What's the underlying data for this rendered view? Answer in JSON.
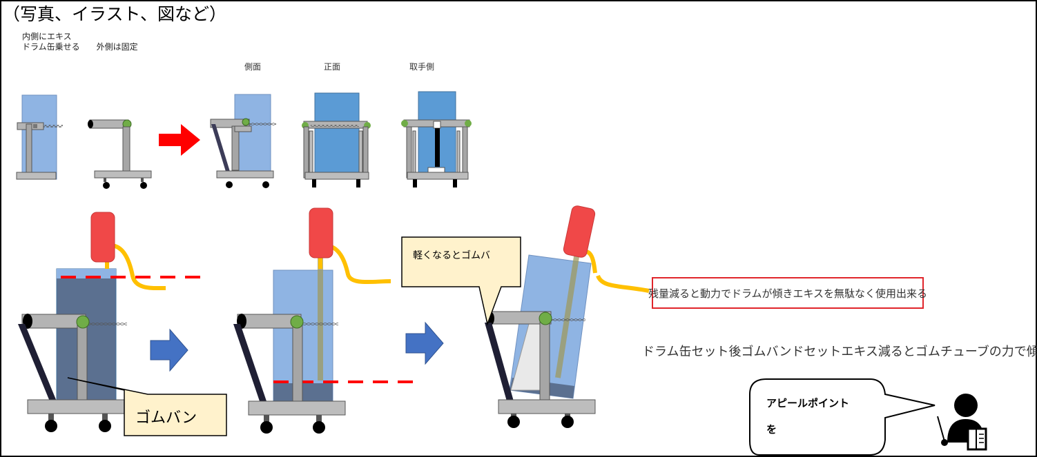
{
  "heading": "（写真、イラスト、図など）",
  "notes": {
    "line1": "内側にエキス",
    "line2": "ドラム缶乗せる　　外側は固定"
  },
  "view_labels": {
    "side": "側面",
    "front": "正面",
    "handle_side": "取手側"
  },
  "callouts": {
    "rubber_band": "ゴムバン",
    "lighter": "軽くなるとゴムバ",
    "appeal_line1": "アピールポイント",
    "appeal_line2": "を"
  },
  "boxed_note": "残量減ると動力でドラムが傾きエキスを無駄なく使用出来る",
  "description": "ドラム缶セット後ゴムバンドセットエキス減るとゴムチューブの力で傾く",
  "colors": {
    "drum_light": "#8fb4e3",
    "drum_dark": "#5b9bd5",
    "frame_gray": "#a6a6a6",
    "red_arrow": "#ff0000",
    "blue_arrow": "#4472c4",
    "handle_red": "#f04848",
    "hose_orange": "#ffc000",
    "knob_green": "#70ad47",
    "callout_fill": "#fff2cc",
    "dashed_red": "#ff0000"
  },
  "icons": [
    "presenter-icon",
    "red-arrow-icon",
    "blue-arrow-icon"
  ]
}
